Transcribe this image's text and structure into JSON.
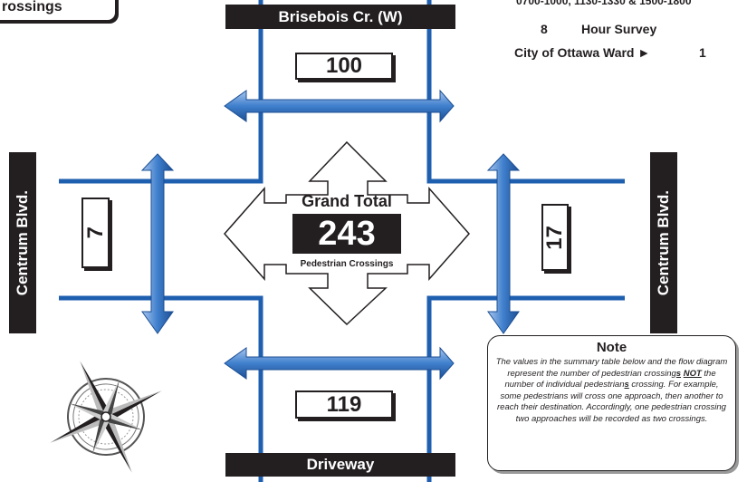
{
  "header_tab": {
    "label": "rossings"
  },
  "survey": {
    "times": "0700-1000, 1130-1330 & 1500-1800",
    "hours_value": "8",
    "hours_label": "Hour Survey",
    "ward_label": "City of Ottawa Ward ►",
    "ward_value": "1"
  },
  "streets": {
    "north": "Brisebois Cr. (W)",
    "south": "Driveway",
    "west": "Centrum Blvd.",
    "east": "Centrum Blvd."
  },
  "counts": {
    "north": "100",
    "south": "119",
    "west": "7",
    "east": "17"
  },
  "total": {
    "title": "Grand Total",
    "value": "243",
    "caption": "Pedestrian Crossings"
  },
  "note": {
    "title": "Note",
    "p1": "The values in the summary table below and the flow diagram represent the number of pedestrian crossing",
    "p1_em": "s",
    "p2_em": "NOT",
    "p2": " the number of individual pedestrian",
    "p2_em2": "s",
    "p2_end": " crossing.",
    "p3": "For example, some pedestrians will cross one approach, then another to reach their destination. Accordingly, one pedestrian crossing two approaches will be recorded as two crossings."
  },
  "colors": {
    "road": "#1f5faf",
    "arrow_light": "#8db3e2",
    "arrow_dark": "#2463ad",
    "dark": "#231f20"
  },
  "icons": {
    "compass": "compass-rose-icon"
  }
}
